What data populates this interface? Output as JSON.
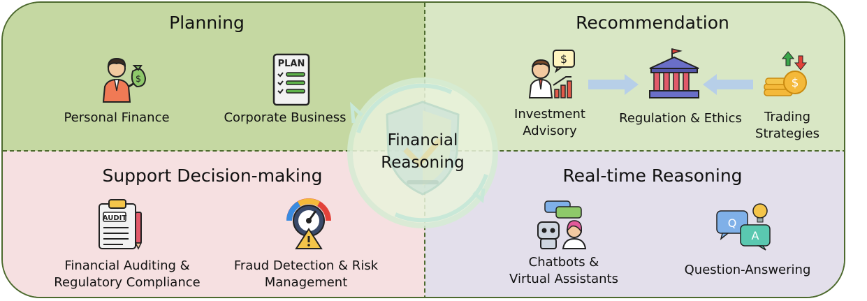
{
  "center": {
    "line1": "Financial",
    "line2": "Reasoning"
  },
  "planning": {
    "title": "Planning",
    "items": [
      "Personal Finance",
      "Corporate Business"
    ],
    "plan_sign": "PLAN"
  },
  "recommendation": {
    "title": "Recommendation",
    "investment": [
      "Investment",
      "Advisory"
    ],
    "regulation": "Regulation & Ethics",
    "trading": [
      "Trading",
      "Strategies"
    ]
  },
  "support": {
    "title": "Support Decision-making",
    "audit": [
      "Financial Auditing &",
      "Regulatory Compliance"
    ],
    "audit_sign": "AUDIT",
    "fraud": [
      "Fraud Detection & Risk",
      "Management"
    ]
  },
  "realtime": {
    "title": "Real-time Reasoning",
    "chatbots": [
      "Chatbots &",
      "Virtual Assistants"
    ],
    "qa": "Question-Answering",
    "q_letter": "Q",
    "a_letter": "A"
  },
  "colors": {
    "planning_bg": "#c5d8a2",
    "recommendation_bg": "#d9e7c5",
    "support_bg": "#f6e0e1",
    "realtime_bg": "#e3dfeb",
    "border": "#4d6a2e",
    "arrow": "#b7cfe8"
  }
}
